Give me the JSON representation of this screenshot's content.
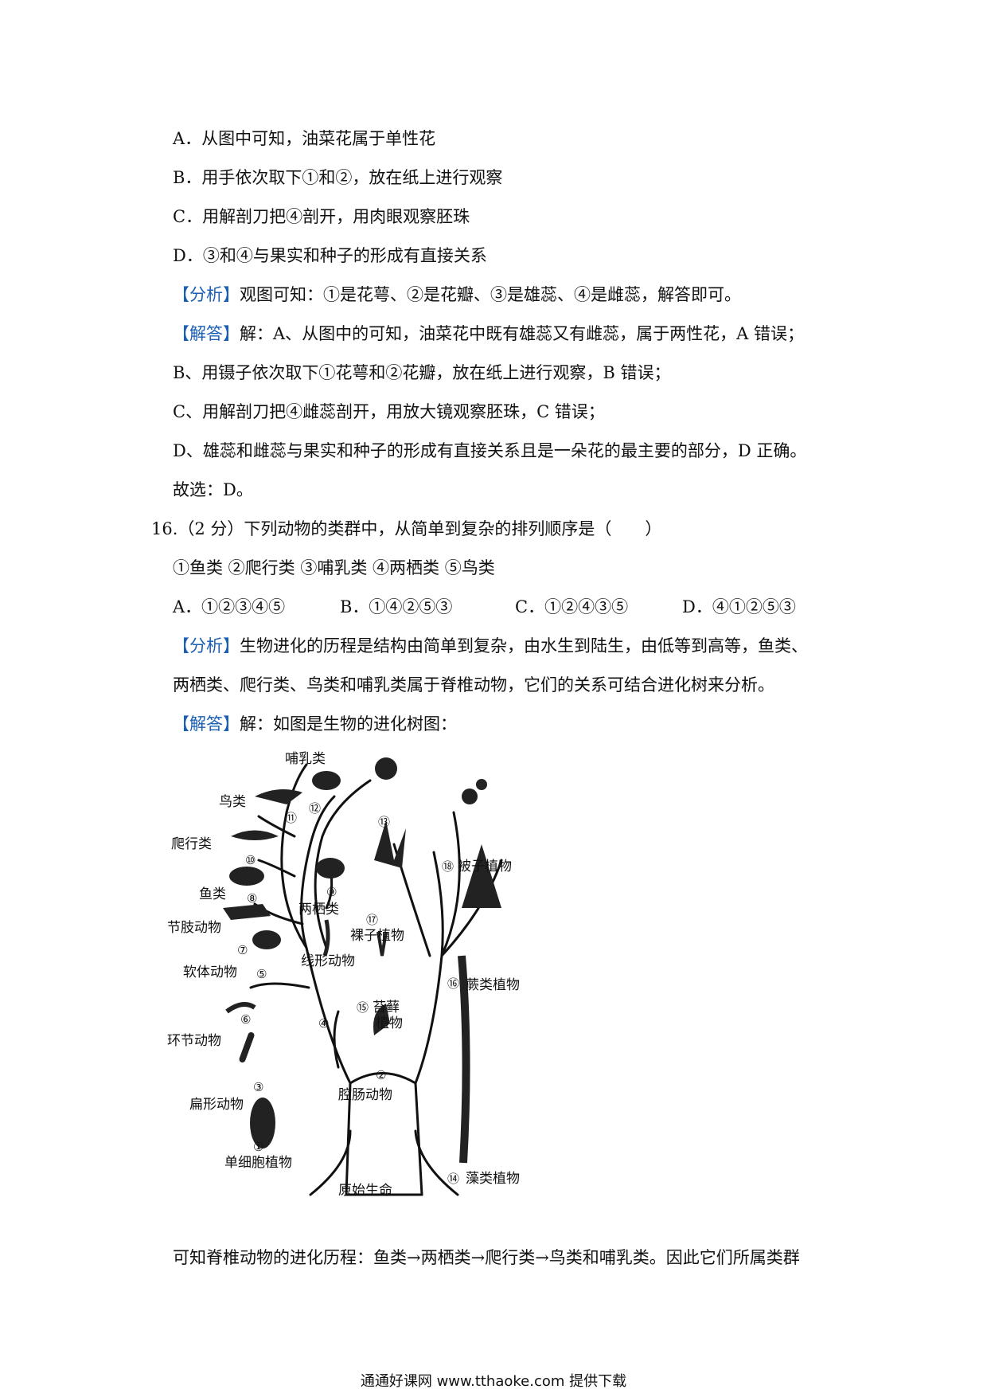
{
  "q15": {
    "optA": "A．从图中可知，油菜花属于单性花",
    "optB": "B．用手依次取下①和②，放在纸上进行观察",
    "optC": "C．用解剖刀把④剖开，用肉眼观察胚珠",
    "optD": "D．③和④与果实和种子的形成有直接关系",
    "analysis_tag": "【分析】",
    "analysis": "观图可知：①是花萼、②是花瓣、③是雄蕊、④是雌蕊，解答即可。",
    "answer_tag": "【解答】",
    "answer1": "解：A、从图中的可知，油菜花中既有雄蕊又有雌蕊，属于两性花，A 错误；",
    "answer2": "B、用镊子依次取下①花萼和②花瓣，放在纸上进行观察，B 错误；",
    "answer3": "C、用解剖刀把④雌蕊剖开，用放大镜观察胚珠，C 错误；",
    "answer4": "D、雄蕊和雌蕊与果实和种子的形成有直接关系且是一朵花的最主要的部分，D 正确。",
    "conclusion": "故选：D。"
  },
  "q16": {
    "stem": "16.（2 分）下列动物的类群中，从简单到复杂的排列顺序是（　　）",
    "items": "①鱼类 ②爬行类 ③哺乳类 ④两栖类 ⑤鸟类",
    "optA": "A．①②③④⑤",
    "optB": "B．①④②⑤③",
    "optC": "C．①②④③⑤",
    "optD": "D．④①②⑤③",
    "analysis_tag": "【分析】",
    "analysis1": "生物进化的历程是结构由简单到复杂，由水生到陆生，由低等到高等，鱼类、",
    "analysis2": "两栖类、爬行类、鸟类和哺乳类属于脊椎动物，它们的关系可结合进化树来分析。",
    "answer_tag": "【解答】",
    "answer1": "解：如图是生物的进化树图：",
    "after_figure": "可知脊椎动物的进化历程：鱼类→两栖类→爬行类→鸟类和哺乳类。因此它们所属类群"
  },
  "tree_labels": {
    "mammal": "哺乳类",
    "bird": "鸟类",
    "reptile": "爬行类",
    "fish": "鱼类",
    "amphibian": "两栖类",
    "arthropod": "节肢动物",
    "mollusk": "软体动物",
    "nematode": "线形动物",
    "annelid": "环节动物",
    "flatworm": "扁形动物",
    "coelenterate": "腔肠动物",
    "unicellular": "单细胞植物",
    "origin": "原始生命",
    "angiosperm": "被子植物",
    "gymnosperm": "裸子植物",
    "fern": "蕨类植物",
    "moss1": "苔藓",
    "moss2": "植物",
    "algae": "藻类植物",
    "n1": "①",
    "n2": "②",
    "n3": "③",
    "n4": "④",
    "n5": "⑤",
    "n6": "⑥",
    "n7": "⑦",
    "n8": "⑧",
    "n9": "⑨",
    "n10": "⑩",
    "n11": "⑪",
    "n12": "⑫",
    "n13": "⑬",
    "n14": "⑭",
    "n15": "⑮",
    "n16": "⑯",
    "n17": "⑰",
    "n18": "⑱"
  },
  "footer": "通通好课网 www.tthaoke.com 提供下载"
}
